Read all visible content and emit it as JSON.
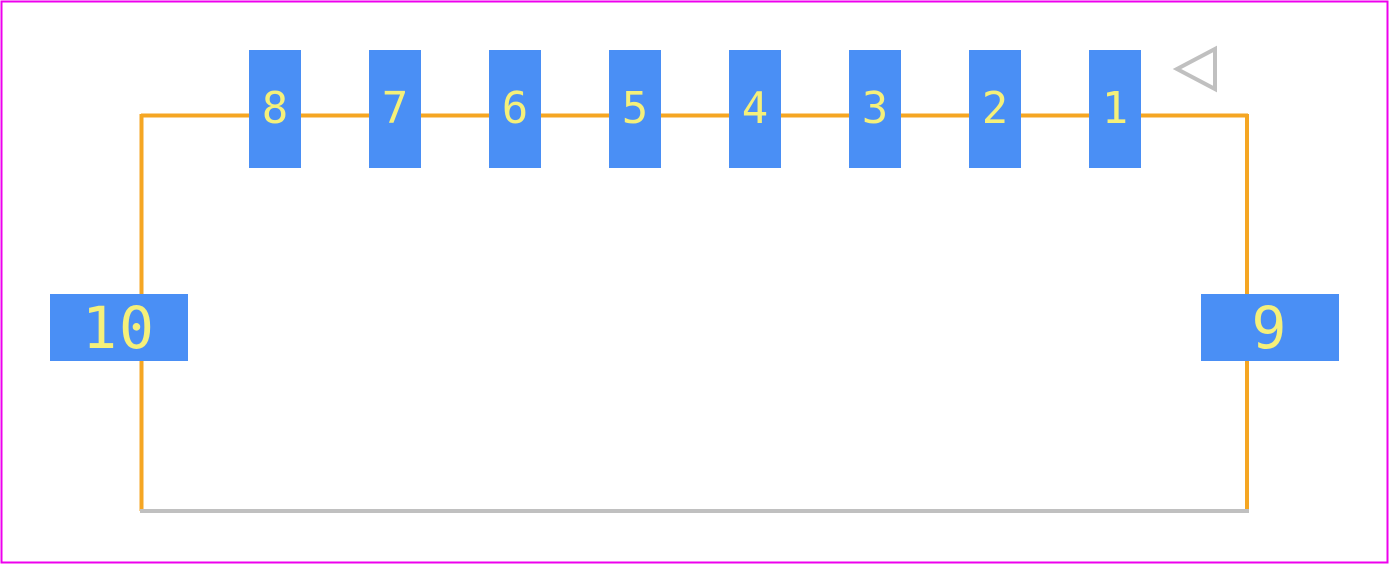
{
  "colors": {
    "board_outline": "#ee00ee",
    "silkscreen": "#f5a623",
    "fab_edge": "#c0c0c0",
    "pad_fill": "#4a8ff5",
    "pad_label": "#f5f07a"
  },
  "icons": {
    "pin1_marker": "triangle-outline-icon"
  },
  "pads": {
    "p1": "1",
    "p2": "2",
    "p3": "3",
    "p4": "4",
    "p5": "5",
    "p6": "6",
    "p7": "7",
    "p8": "8",
    "p9": "9",
    "p10": "10"
  }
}
